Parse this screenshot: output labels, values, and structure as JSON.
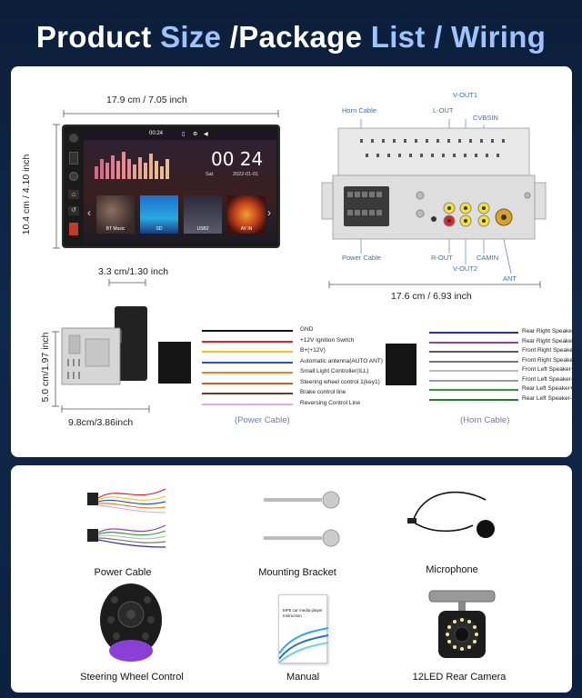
{
  "header": {
    "title_part1": "Product ",
    "title_part2": "Size",
    "title_part3": " /Package ",
    "title_part4": "List",
    "title_part5": " / ",
    "title_part6": "Wiring"
  },
  "colors": {
    "background": "#0d2140",
    "title_white": "#ffffff",
    "title_blue": "#9ec4ff",
    "label_blue": "#3a6fb5"
  },
  "front_view": {
    "width_dim": "17.9 cm / 7.05 inch",
    "height_dim": "10.4 cm / 4.10 inch",
    "status_time": "00:24",
    "clock": "00 24",
    "day": "Sat",
    "date": "2022-01-01",
    "tiles": [
      "BT Music",
      "SD",
      "USB2",
      "AV IN"
    ]
  },
  "rear_view": {
    "width_dim": "17.6 cm / 6.93 inch",
    "labels": {
      "horn_cable": "Horn Cable",
      "power_cable": "Power Cable",
      "l_out": "L-OUT",
      "v_out1": "V-OUT1",
      "cvbsin": "CVBSIN",
      "r_out": "R-OUT",
      "v_out2": "V-OUT2",
      "camin": "CAMIN",
      "ant": "ANT"
    }
  },
  "side_view": {
    "depth_dim": "3.3 cm/1.30 inch",
    "height_dim": "5.0 cm/1.97 inch",
    "length_dim": "9.8cm/3.86inch"
  },
  "power_cable": {
    "caption": "(Power Cable)",
    "wires": [
      {
        "label": "GND",
        "color": "#111111"
      },
      {
        "label": "+12V Ignition Switch",
        "color": "#d9262c"
      },
      {
        "label": "B+(+12V)",
        "color": "#f2c80f"
      },
      {
        "label": "Automatic antenna(AUTO ANT)",
        "color": "#2a4fd6"
      },
      {
        "label": "Small Light Controller(ILL)",
        "color": "#e9822a"
      },
      {
        "label": "Steering wheel control 1(key1)",
        "color": "#c8661c"
      },
      {
        "label": "Brake control line",
        "color": "#6b3d1f"
      },
      {
        "label": "Reversing Control Line",
        "color": "#e9a6e3"
      }
    ]
  },
  "horn_cable": {
    "caption": "(Horn Cable)",
    "wires": [
      {
        "label": "Rear Right Speaker-",
        "color": "#2a2fb8"
      },
      {
        "label": "Rear Right Speaker+",
        "color": "#8f3fb0"
      },
      {
        "label": "Front Right Speaker+",
        "color": "#5a5a5a"
      },
      {
        "label": "Front Right Speaker-",
        "color": "#777777"
      },
      {
        "label": "Front Left Speaker+",
        "color": "#bdbdbd"
      },
      {
        "label": "Front Left Speaker-",
        "color": "#9a9a9a"
      },
      {
        "label": "Rear Left Speaker+",
        "color": "#2e9b3a"
      },
      {
        "label": "Rear Left Speaker-",
        "color": "#1f7d2c"
      }
    ]
  },
  "package": {
    "items": [
      {
        "label": "Power Cable",
        "icon": "power-cable-icon"
      },
      {
        "label": "Mounting Bracket",
        "icon": "mounting-bracket-icon"
      },
      {
        "label": "Microphone",
        "icon": "microphone-icon"
      },
      {
        "label": "Steering Wheel Control",
        "icon": "steering-wheel-control-icon"
      },
      {
        "label": "Manual",
        "icon": "manual-icon"
      },
      {
        "label": "12LED Rear Camera",
        "icon": "rear-camera-icon"
      }
    ],
    "manual_cover_title": "MP5 car media player Instruction"
  }
}
